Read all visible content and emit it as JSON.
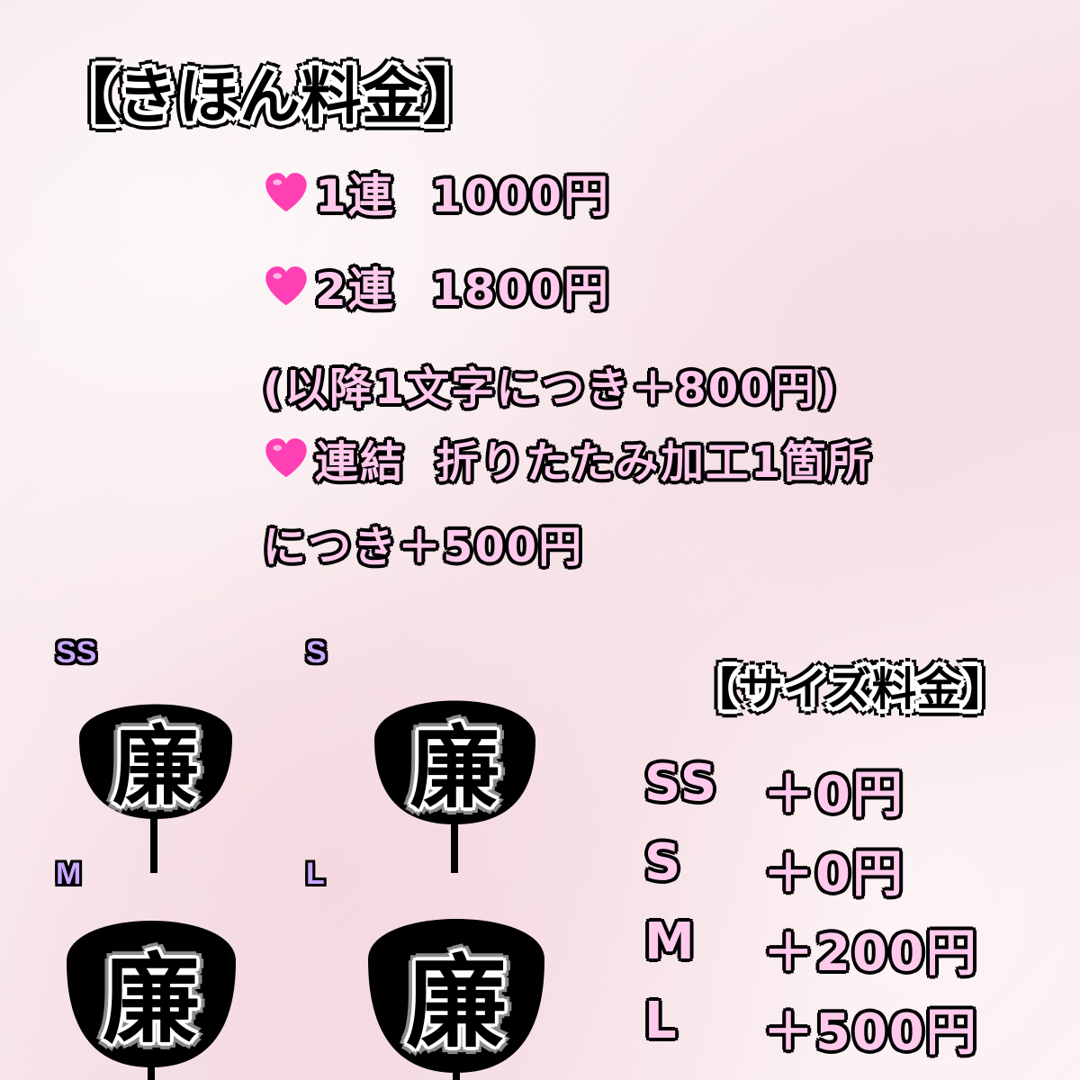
{
  "basic_title": "【きほん料金】",
  "basic_items": [
    {
      "label": "1連",
      "price": "1000円"
    },
    {
      "label": "2連",
      "price": "1800円"
    }
  ],
  "additional_note": "(以降1文字につき＋800円)",
  "link_item": {
    "label": "連結",
    "text": "折りたたみ加工1箇所",
    "continuation": "につき＋500円"
  },
  "size_title": "【サイズ料金】",
  "size_prices": [
    {
      "size": "SS",
      "price": "＋0円"
    },
    {
      "size": "S",
      "price": "＋0円"
    },
    {
      "size": "M",
      "price": "＋200円"
    },
    {
      "size": "L",
      "price": "＋500円"
    }
  ],
  "fan_labels": [
    "SS",
    "S",
    "M",
    "L"
  ],
  "fan_character": "廉",
  "colors": {
    "pink_text": "#ffc9ec",
    "size_label": "#c9a8ff",
    "heart": "#ff3fb4"
  },
  "icons": {
    "bullet": "heart-icon"
  }
}
